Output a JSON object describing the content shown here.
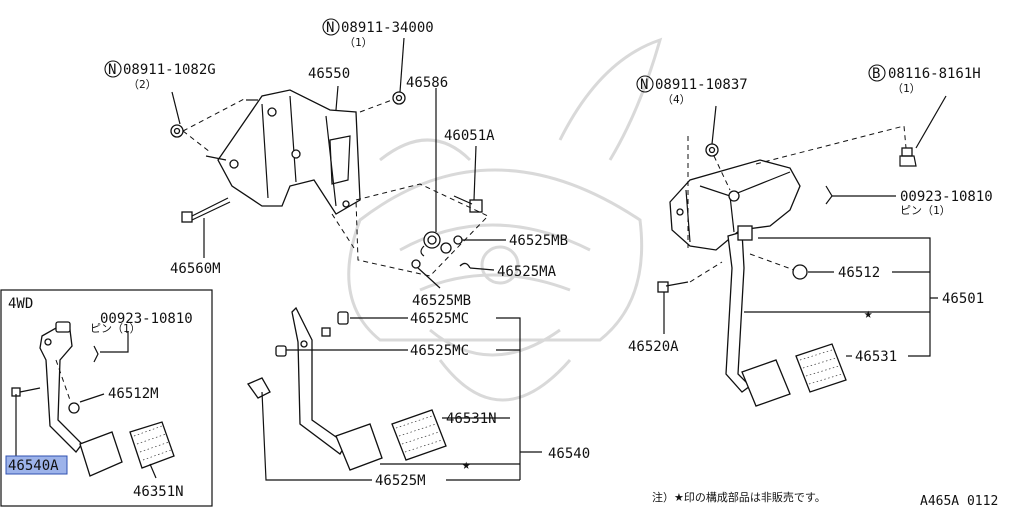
{
  "diagram_code": "A465A 0112",
  "note": "注）★印の構成部品は非販売です。",
  "inset": {
    "title": "4WD",
    "callouts": {
      "pin": "00923-10810",
      "pin_sub": "ピン（1）",
      "stopper": "46512M",
      "pedal": "46540A",
      "pad": "46351N"
    }
  },
  "callouts": {
    "nut_left": {
      "num": "08911-1082G",
      "qty": "（2）",
      "mark": "N"
    },
    "nut_top": {
      "num": "08911-34000",
      "qty": "（1）",
      "mark": "N"
    },
    "bracket": "46550",
    "spring": "46586",
    "bolt_a": "46051A",
    "bolt_m": "46560M",
    "bush_mb_1": "46525MB",
    "clip_ma": "46525MA",
    "bush_mb_2": "46525MB",
    "bush_mc_1": "46525MC",
    "bush_mc_2": "46525MC",
    "pad_n": "46531N",
    "clutch_assy": "46540",
    "bush_m": "46525M",
    "nut_right": {
      "num": "08911-10837",
      "qty": "（4）",
      "mark": "N"
    },
    "bolt_right": {
      "num": "08116-8161H",
      "qty": "（1）",
      "mark": "B"
    },
    "pin_right": "00923-10810",
    "pin_right_sub": "ピン（1）",
    "stopper_right": "46512",
    "brake_assy": "46501",
    "bolt_20a": "46520A",
    "pad_right": "46531"
  },
  "highlight_color": "#9db3ea"
}
